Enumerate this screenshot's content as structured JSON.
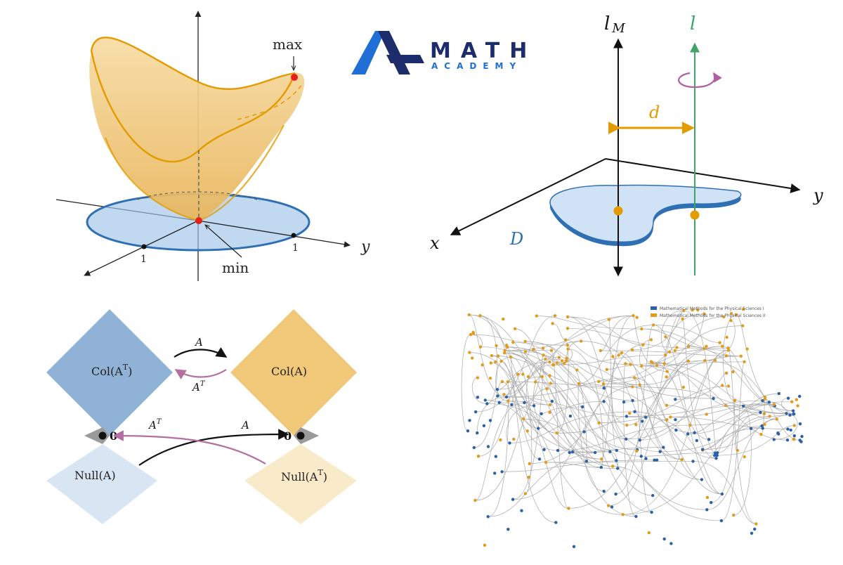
{
  "logo": {
    "word1": "MATH",
    "word2": "ACADEMY",
    "colors": {
      "light_blue": "#1f6fd6",
      "dark_blue": "#1d2d6b"
    }
  },
  "surface_plot": {
    "max_label": "max",
    "min_label": "min",
    "y_label": "y",
    "tick_x": "1",
    "tick_y": "1",
    "colors": {
      "surface": "#f2c76b",
      "surface_edge": "#e39b00",
      "disk": "#9fc4e8",
      "disk_edge": "#2f6fb3",
      "point": "#e8201c"
    }
  },
  "rotation_diagram": {
    "axis_lm": "l",
    "axis_lm_sub": "M",
    "axis_l": "l",
    "dist_label": "d",
    "x_label": "x",
    "y_label": "y",
    "region_label": "D",
    "colors": {
      "green": "#3fa36a",
      "orange": "#e39b00",
      "region": "#cfe2f6",
      "region_edge": "#2f6fb3",
      "rotation": "#b05fa0"
    }
  },
  "subspaces": {
    "col_at": "Col(A",
    "col_a": "Col(A)",
    "null_a": "Null(A)",
    "null_at": "Null(A",
    "sup_t": "T",
    "close_paren": ")",
    "arrow_a_top": "A",
    "arrow_at_top": "A",
    "arrow_a_bottom": "A",
    "arrow_at_bottom": "A",
    "zero_left": "0",
    "zero_right": "0",
    "colors": {
      "col_at": "#90b2d6",
      "col_a": "#f0c878",
      "null_a": "#d8e5f2",
      "null_at": "#f9ebc9",
      "gray": "#9a9a9a",
      "purple": "#b26fa0"
    }
  },
  "knowledge_graph": {
    "legend": [
      {
        "label": "Mathematical Methods for the Physical Sciences I",
        "color": "#2a62a8"
      },
      {
        "label": "Mathematical Methods for the Physical Sciences II",
        "color": "#e39b1c"
      }
    ],
    "edge_color": "#a9a9a9"
  }
}
